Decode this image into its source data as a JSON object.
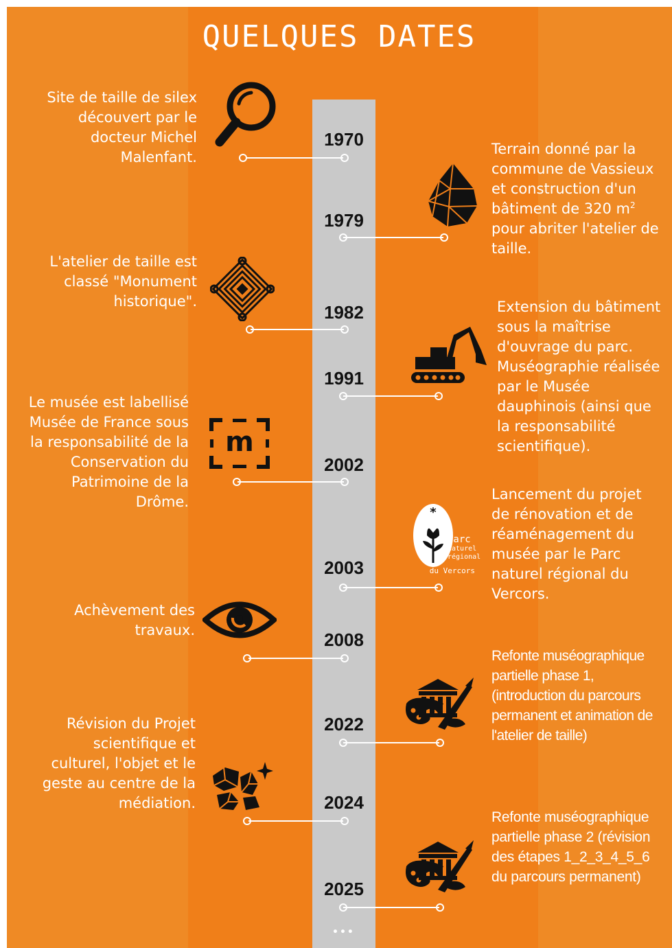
{
  "title": "QUELQUES DATES",
  "more": "•••",
  "years": [
    "1970",
    "1979",
    "1982",
    "1991",
    "2002",
    "2003",
    "2008",
    "2022",
    "2024",
    "2025"
  ],
  "events": {
    "e1970": "Site de taille de silex découvert par le docteur Michel Malenfant.",
    "e1979_main": "Terrain donné par la commune de Vassieux et construction d'un bâtiment de 320 m",
    "e1979_sup": "2",
    "e1979_end": " pour abriter l'atelier de taille.",
    "e1982": "L'atelier de taille est classé \"Monument historique\".",
    "e1991": "Extension du bâtiment sous la maîtrise d'ouvrage du parc. Muséographie réalisée par le Musée dauphinois (ainsi que la responsabilité scientifique).",
    "e2002": "Le musée est labellisé Musée de France sous la responsabilité de la Conservation du Patrimoine de la Drôme.",
    "e2003": "Lancement du projet de rénovation et de réaménagement du musée par le Parc naturel régional du Vercors.",
    "e2008": "Achèvement des travaux.",
    "e2022": "Refonte muséographique partielle phase 1, (introduction du parcours permanent et animation de l'atelier de taille)",
    "e2024": "Révision du Projet scientifique et culturel, l'objet et le geste au centre de la médiation.",
    "e2025": "Refonte muséographique partielle phase 2 (révision des étapes 1_2_3_4_5_6 du parcours permanent)"
  },
  "logos": {
    "musee_france": "m",
    "parc_l1": "Parc",
    "parc_l2": "naturel",
    "parc_l3": "régional",
    "parc_l4": "du Vercors"
  },
  "colors": {
    "orange": "#f07f19",
    "orange_light": "#ef8a25",
    "bar": "#c9c9c9",
    "text": "#ffffff",
    "year": "#111111"
  }
}
